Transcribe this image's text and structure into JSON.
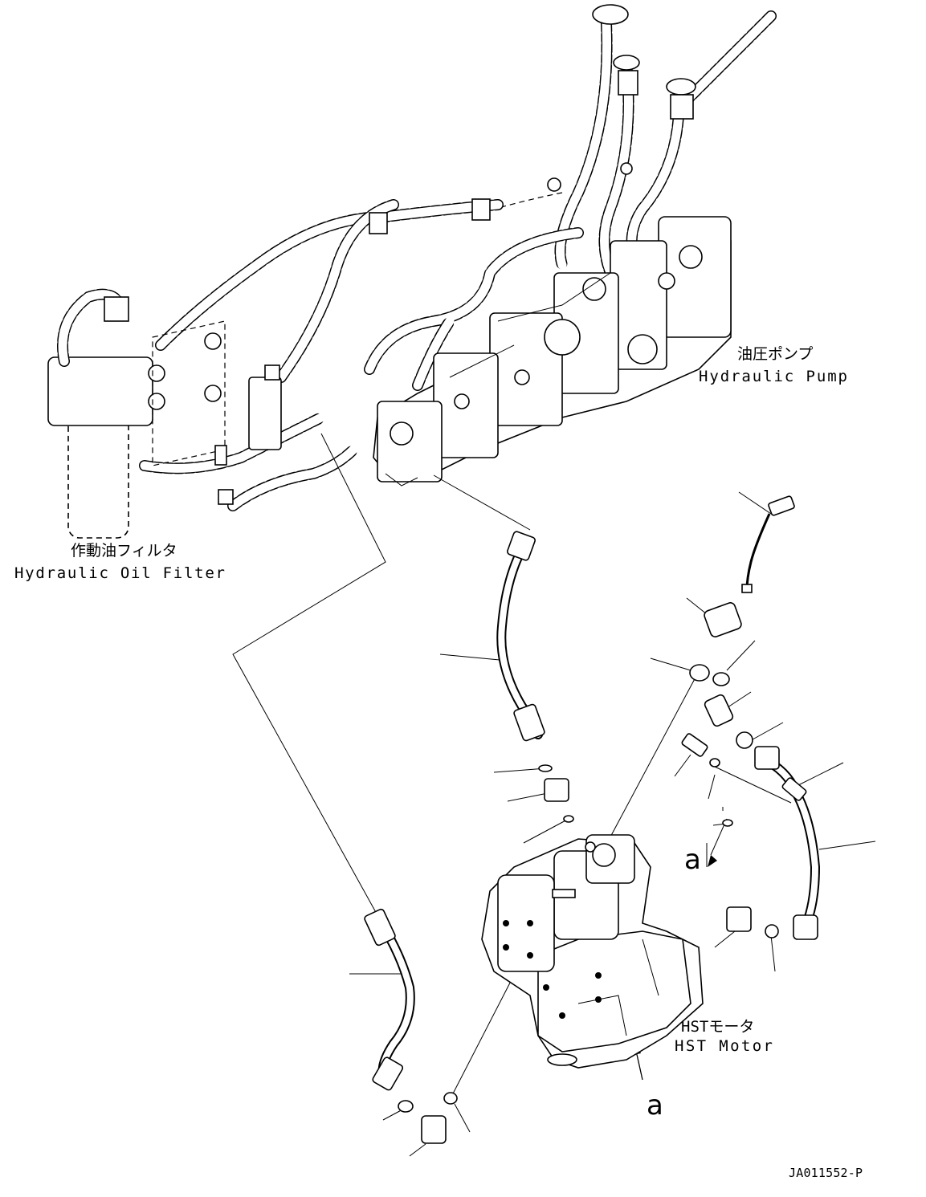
{
  "labels": {
    "hydraulic_pump_jp": "油圧ポンプ",
    "hydraulic_pump_en": "Hydraulic Pump",
    "oil_filter_jp": "作動油フィルタ",
    "oil_filter_en": "Hydraulic Oil Filter",
    "hst_motor_jp": "HSTモータ",
    "hst_motor_en": "HST Motor",
    "view_a_arrow": "a",
    "view_a_motor": "a",
    "drawing_number": "JA011552-P"
  }
}
